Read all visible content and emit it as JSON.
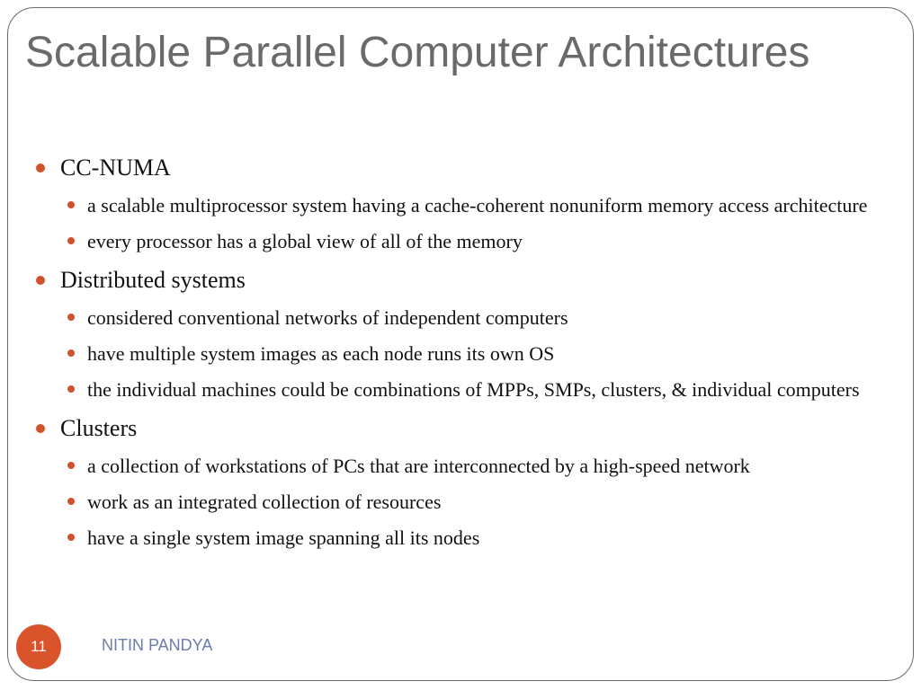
{
  "slide": {
    "title": "Scalable Parallel Computer Architectures",
    "page_number": "11",
    "author": "NITIN PANDYA",
    "accent_color": "#d9532b",
    "sections": [
      {
        "heading": "CC-NUMA",
        "points": [
          "a scalable multiprocessor system having a cache-coherent nonuniform memory access architecture",
          "every processor has a global view of all of the memory"
        ]
      },
      {
        "heading": "Distributed systems",
        "points": [
          "considered conventional networks of independent computers",
          "have multiple system images as each node runs its own OS",
          "the individual machines could be combinations of MPPs, SMPs, clusters, & individual computers"
        ]
      },
      {
        "heading": "Clusters",
        "points": [
          "a collection of workstations of PCs that are interconnected by a high-speed network",
          "work as an integrated collection of resources",
          "have a single system image spanning all its nodes"
        ]
      }
    ]
  }
}
